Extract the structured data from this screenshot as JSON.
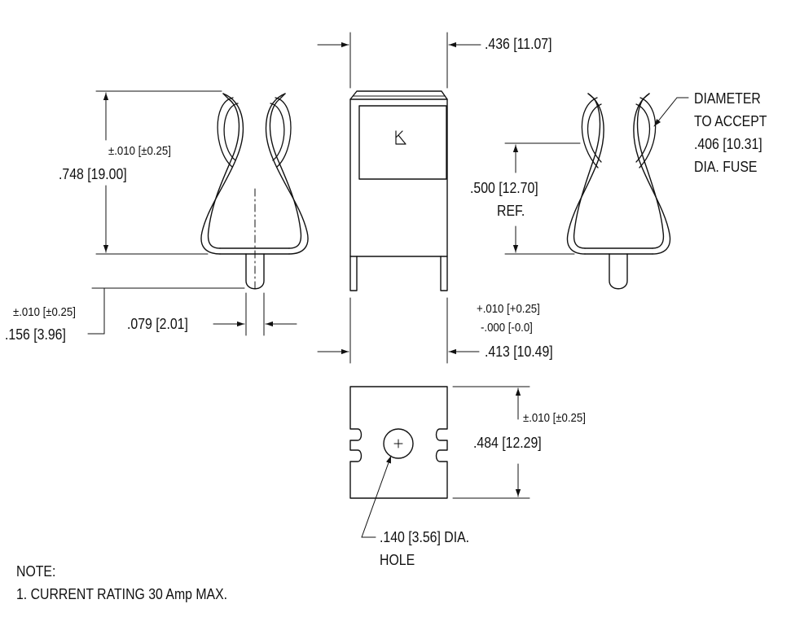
{
  "colors": {
    "line": "#111111",
    "background": "#ffffff"
  },
  "top_view": {
    "width_dim": ".436 [11.07]",
    "pin_width_dim": ".413 [10.49]",
    "pin_tol_plus": "+.010 [+0.25]",
    "pin_tol_minus": "-.000 [-0.0]",
    "logo_icon": "k-logo-icon"
  },
  "left_view": {
    "height_tol": "±.010 [±0.25]",
    "height_dim": ".748 [19.00]",
    "pin_len_tol": "±.010 [±0.25]",
    "pin_len_dim": ".156 [3.96]",
    "pin_dia_dim": ".079 [2.01]"
  },
  "right_view": {
    "ref_dim": ".500 [12.70]",
    "ref_label": "REF.",
    "note_line1": "DIAMETER",
    "note_line2": "TO ACCEPT",
    "note_line3": ".406 [10.31]",
    "note_line4": "DIA. FUSE"
  },
  "bottom_view": {
    "height_tol": "±.010 [±0.25]",
    "height_dim": ".484 [12.29]",
    "hole_dim": ".140 [3.56] DIA.",
    "hole_label": "HOLE"
  },
  "notes": {
    "heading": "NOTE:",
    "item1": "1. CURRENT RATING 30 Amp MAX."
  }
}
